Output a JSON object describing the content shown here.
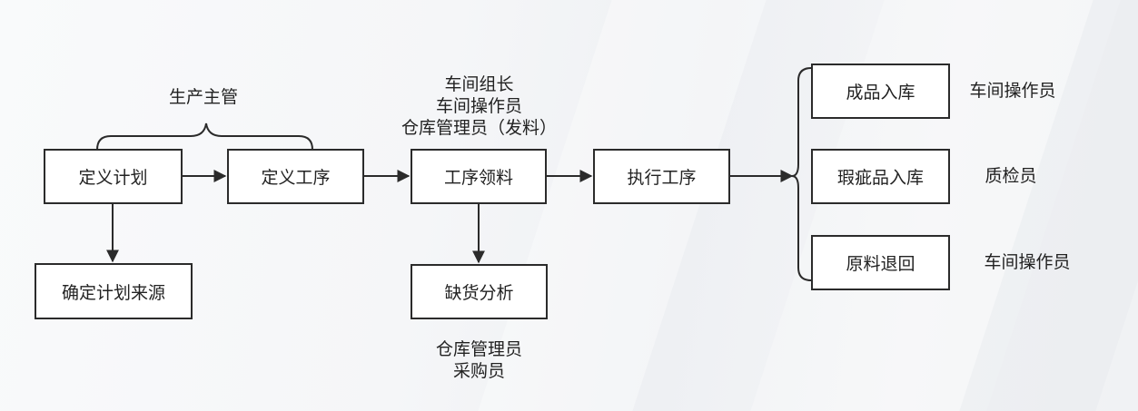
{
  "nodes": {
    "define_plan": "定义计划",
    "define_process": "定义工序",
    "process_picking": "工序领料",
    "execute_process": "执行工序",
    "confirm_plan_source": "确定计划来源",
    "shortage_analysis": "缺货分析",
    "finished_goods_storage": "成品入库",
    "defective_goods_storage": "瑕疵品入库",
    "raw_material_return": "原料退回"
  },
  "roles": {
    "production_supervisor": "生产主管",
    "picking_roles": [
      "车间组长",
      "车间操作员",
      "仓库管理员（发料）"
    ],
    "shortage_roles": [
      "仓库管理员",
      "采购员"
    ],
    "finished_goods_role": "车间操作员",
    "defective_goods_role": "质检员",
    "raw_material_role": "车间操作员"
  },
  "colors": {
    "stroke": "#2b2b2b",
    "box_fill": "#ffffff",
    "text": "#222222"
  }
}
